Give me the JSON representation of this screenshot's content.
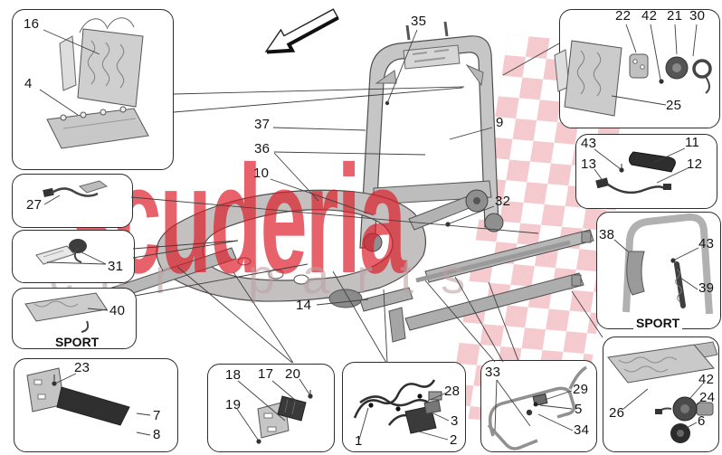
{
  "watermark": {
    "brand": "scuderia",
    "tagline": "car parts"
  },
  "labels": {
    "sport": "SPORT"
  },
  "colors": {
    "brand_red": "#e2333c",
    "flag_pink": "#f3bec4",
    "line": "#3f3f3f"
  },
  "callouts": [
    {
      "label": "16"
    },
    {
      "label": "4"
    },
    {
      "label": "27"
    },
    {
      "label": "31"
    },
    {
      "label": "40"
    },
    {
      "label": "23"
    },
    {
      "label": "7"
    },
    {
      "label": "8"
    },
    {
      "label": "35"
    },
    {
      "label": "37"
    },
    {
      "label": "36"
    },
    {
      "label": "10"
    },
    {
      "label": "9"
    },
    {
      "label": "32"
    },
    {
      "label": "14"
    },
    {
      "label": "22"
    },
    {
      "label": "42"
    },
    {
      "label": "21"
    },
    {
      "label": "30"
    },
    {
      "label": "25"
    },
    {
      "label": "43"
    },
    {
      "label": "13"
    },
    {
      "label": "11"
    },
    {
      "label": "12"
    },
    {
      "label": "38"
    },
    {
      "label": "43"
    },
    {
      "label": "39"
    },
    {
      "label": "26"
    },
    {
      "label": "42"
    },
    {
      "label": "24"
    },
    {
      "label": "6"
    },
    {
      "label": "18"
    },
    {
      "label": "17"
    },
    {
      "label": "20"
    },
    {
      "label": "19"
    },
    {
      "label": "28"
    },
    {
      "label": "3"
    },
    {
      "label": "2"
    },
    {
      "label": "1"
    },
    {
      "label": "33"
    },
    {
      "label": "29"
    },
    {
      "label": "5"
    },
    {
      "label": "34"
    }
  ]
}
